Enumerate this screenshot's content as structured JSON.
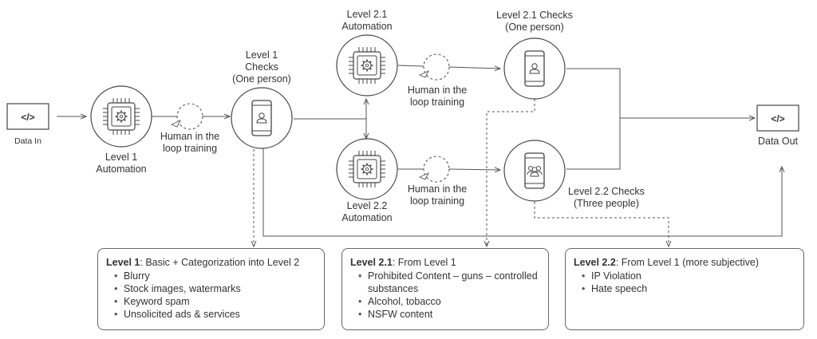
{
  "data_in": {
    "label": "Data In",
    "icon": "code-icon",
    "glyph": "</>"
  },
  "data_out": {
    "label": "Data Out",
    "icon": "code-icon",
    "glyph": "</>"
  },
  "level1_automation": {
    "line1": "Level 1",
    "line2": "Automation",
    "icon": "chip-gear-icon"
  },
  "level1_checks": {
    "line1": "Level 1",
    "line2": "Checks",
    "line3": "(One person)",
    "icon": "phone-person-icon"
  },
  "level21_automation": {
    "line1": "Level 2.1",
    "line2": "Automation",
    "icon": "chip-gear-icon"
  },
  "level21_checks": {
    "line1": "Level 2.1 Checks",
    "line2": "(One person)",
    "icon": "phone-person-icon"
  },
  "level22_automation": {
    "line1": "Level 2.2",
    "line2": "Automation",
    "icon": "chip-gear-icon"
  },
  "level22_checks": {
    "line1": "Level 2.2 Checks",
    "line2": "(Three people)",
    "icon": "phone-group-icon"
  },
  "hitl": {
    "line1": "Human in the",
    "line2": "loop training",
    "icon": "dashed-circle-arrow-icon"
  },
  "boxes": {
    "level1": {
      "title_bold": "Level 1",
      "title_rest": ": Basic + Categorization into  Level  2",
      "items": [
        "Blurry",
        "Stock images, watermarks",
        "Keyword spam",
        "Unsolicited ads &  services"
      ]
    },
    "level21": {
      "title_bold": "Level 2.1",
      "title_rest": ": From Level 1",
      "items": [
        "Prohibited Content – guns – controlled substances",
        "Alcohol, tobacco",
        "NSFW content"
      ]
    },
    "level22": {
      "title_bold": "Level 2.2",
      "title_rest": ": From Level 1 (more subjective)",
      "items": [
        "IP Violation",
        "Hate speech"
      ]
    }
  },
  "colors": {
    "line": "#555555",
    "stroke": "#444444",
    "text": "#333333"
  }
}
